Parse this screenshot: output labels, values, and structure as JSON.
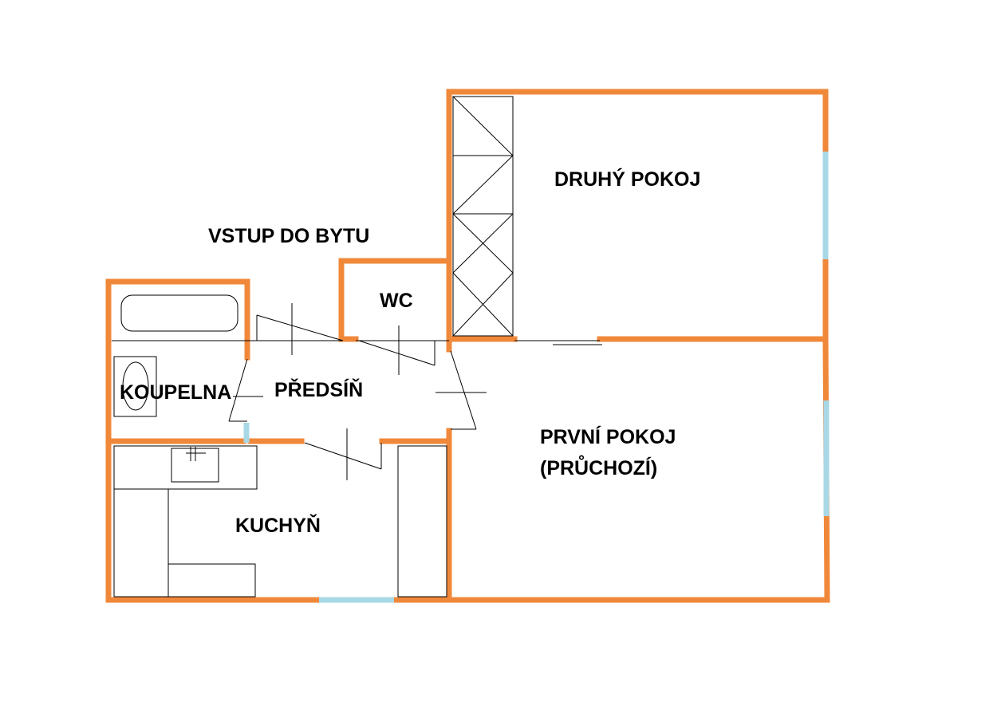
{
  "colors": {
    "wall": "#f0883a",
    "window": "#a8d8e6",
    "line": "#000000",
    "background": "#ffffff"
  },
  "labels": {
    "entrance": "VSTUP DO BYTU",
    "wc": "WC",
    "second_room": "DRUHÝ POKOJ",
    "bathroom": "KOUPELNA",
    "hallway": "PŘEDSÍŇ",
    "first_room_line1": "PRVNÍ POKOJ",
    "first_room_line2": "(PRŮCHOZÍ)",
    "kitchen": "KUCHYŇ"
  }
}
